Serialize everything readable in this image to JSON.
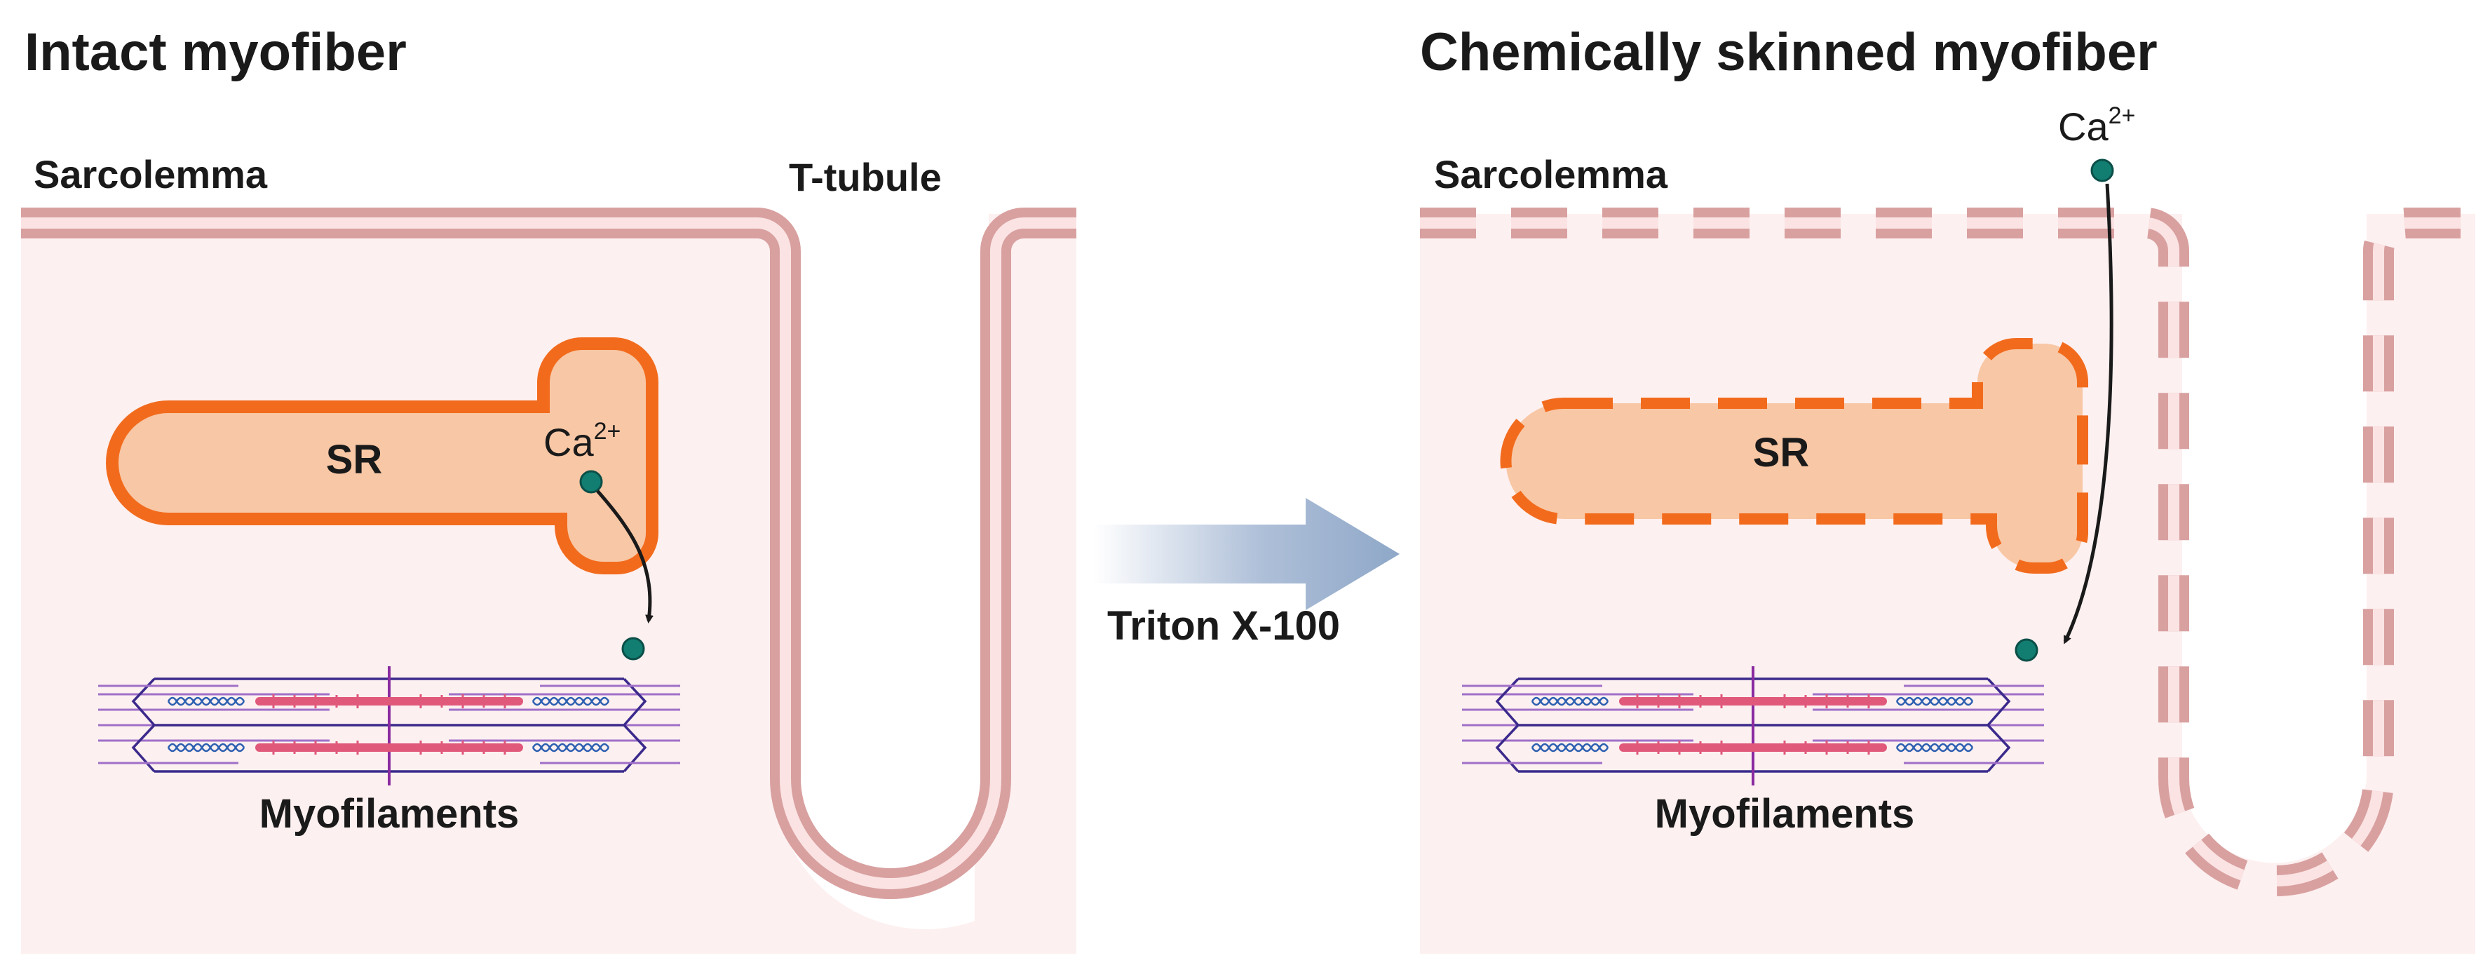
{
  "left_panel": {
    "title": "Intact myofiber",
    "sarcolemma_label": "Sarcolemma",
    "t_tubule_label": "T-tubule",
    "sr_label": "SR",
    "ion_label": "Ca",
    "ion_charge": "2+",
    "myofilaments_label": "Myofilaments"
  },
  "right_panel": {
    "title": "Chemically skinned myofiber",
    "sarcolemma_label": "Sarcolemma",
    "sr_label": "SR",
    "ion_label": "Ca",
    "ion_charge": "2+",
    "myofilaments_label": "Myofilaments"
  },
  "treatment": {
    "label": "Triton X-100"
  },
  "colors": {
    "cytoplasm": "#fdf0f0",
    "membrane_outer": "#d9a0a0",
    "membrane_inner": "#fbe3e3",
    "sr_fill": "#f8c7a5",
    "sr_outline": "#f26b1d",
    "calcium": "#127e72",
    "arrow_gradient_end": "#8fa8c8",
    "thick_filament": "#e0587a",
    "thin_filament": "#a070c8",
    "z_line": "#3b2a8c",
    "titin": "#2b5fb0"
  }
}
